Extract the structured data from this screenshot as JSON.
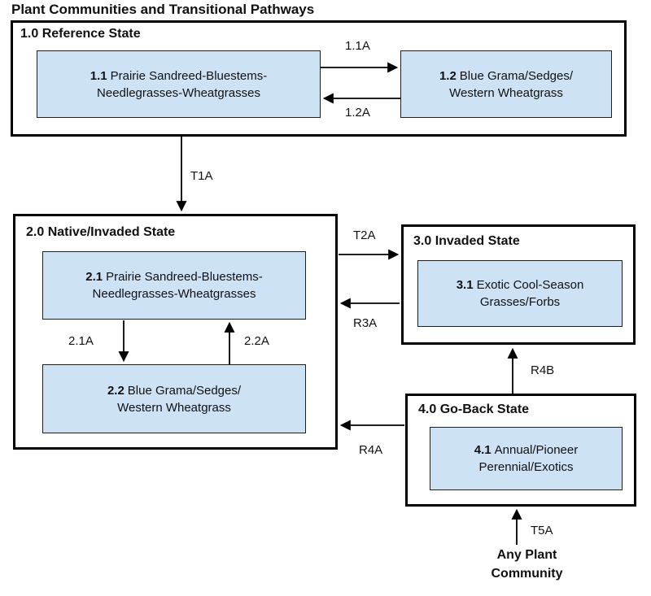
{
  "title": "Plant Communities and Transitional Pathways",
  "colors": {
    "community_fill": "#cde3f5",
    "line_color": "#000000"
  },
  "states": [
    {
      "label": "1.0 Reference State",
      "communities": [
        {
          "num": "1.1",
          "line1": "Prairie Sandreed-Bluestems-",
          "line2": "Needlegrasses-Wheatgrasses"
        },
        {
          "num": "1.2",
          "line1": "Blue Grama/Sedges/",
          "line2": "Western Wheatgrass"
        }
      ]
    },
    {
      "label": "2.0 Native/Invaded State",
      "communities": [
        {
          "num": "2.1",
          "line1": "Prairie Sandreed-Bluestems-",
          "line2": "Needlegrasses-Wheatgrasses"
        },
        {
          "num": "2.2",
          "line1": "Blue Grama/Sedges/",
          "line2": "Western Wheatgrass"
        }
      ]
    },
    {
      "label": "3.0 Invaded State",
      "communities": [
        {
          "num": "3.1",
          "line1": "Exotic Cool-Season",
          "line2": "Grasses/Forbs"
        }
      ]
    },
    {
      "label": "4.0 Go-Back State",
      "communities": [
        {
          "num": "4.1",
          "line1": "Annual/Pioneer",
          "line2": "Perennial/Exotics"
        }
      ]
    }
  ],
  "transitions": {
    "p11a": "1.1A",
    "p12a": "1.2A",
    "t1a": "T1A",
    "t2a": "T2A",
    "r3a": "R3A",
    "p21a": "2.1A",
    "p22a": "2.2A",
    "r4a": "R4A",
    "r4b": "R4B",
    "t5a": "T5A"
  },
  "external_node": {
    "line1": "Any Plant",
    "line2": "Community"
  }
}
